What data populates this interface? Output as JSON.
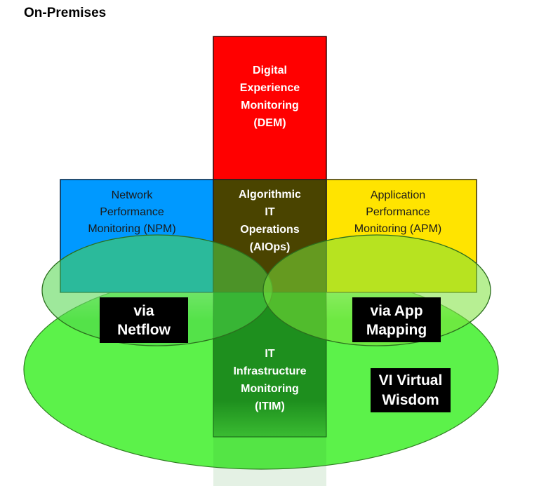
{
  "title": "On-Premises",
  "colors": {
    "dem": "#ff0000",
    "npm": "#0099ff",
    "apm": "#ffe400",
    "aiops_overlay": "#3a3a00",
    "itim": "#1e8f1e",
    "vi_ellipse": "#5cf24a",
    "label_bg": "#000000",
    "label_text": "#ffffff"
  },
  "boxes": {
    "dem": {
      "lines": [
        "Digital",
        "Experience",
        "Monitoring",
        "(DEM)"
      ]
    },
    "npm": {
      "lines": [
        "Network",
        "Performance",
        "Monitoring  (NPM)"
      ]
    },
    "apm": {
      "lines": [
        "Application",
        "Performance",
        "Monitoring (APM)"
      ]
    },
    "aiops": {
      "lines": [
        "Algorithmic",
        "IT",
        "Operations",
        "(AIOps)"
      ]
    },
    "itim": {
      "lines": [
        "IT",
        "Infrastructure",
        "Monitoring",
        "(ITIM)"
      ]
    }
  },
  "labels": {
    "netflow": {
      "lines": [
        "via",
        "Netflow"
      ]
    },
    "app_mapping": {
      "lines": [
        "via App",
        "Mapping"
      ]
    },
    "virtual_wisdom": {
      "lines": [
        "VI Virtual",
        "Wisdom"
      ]
    }
  }
}
